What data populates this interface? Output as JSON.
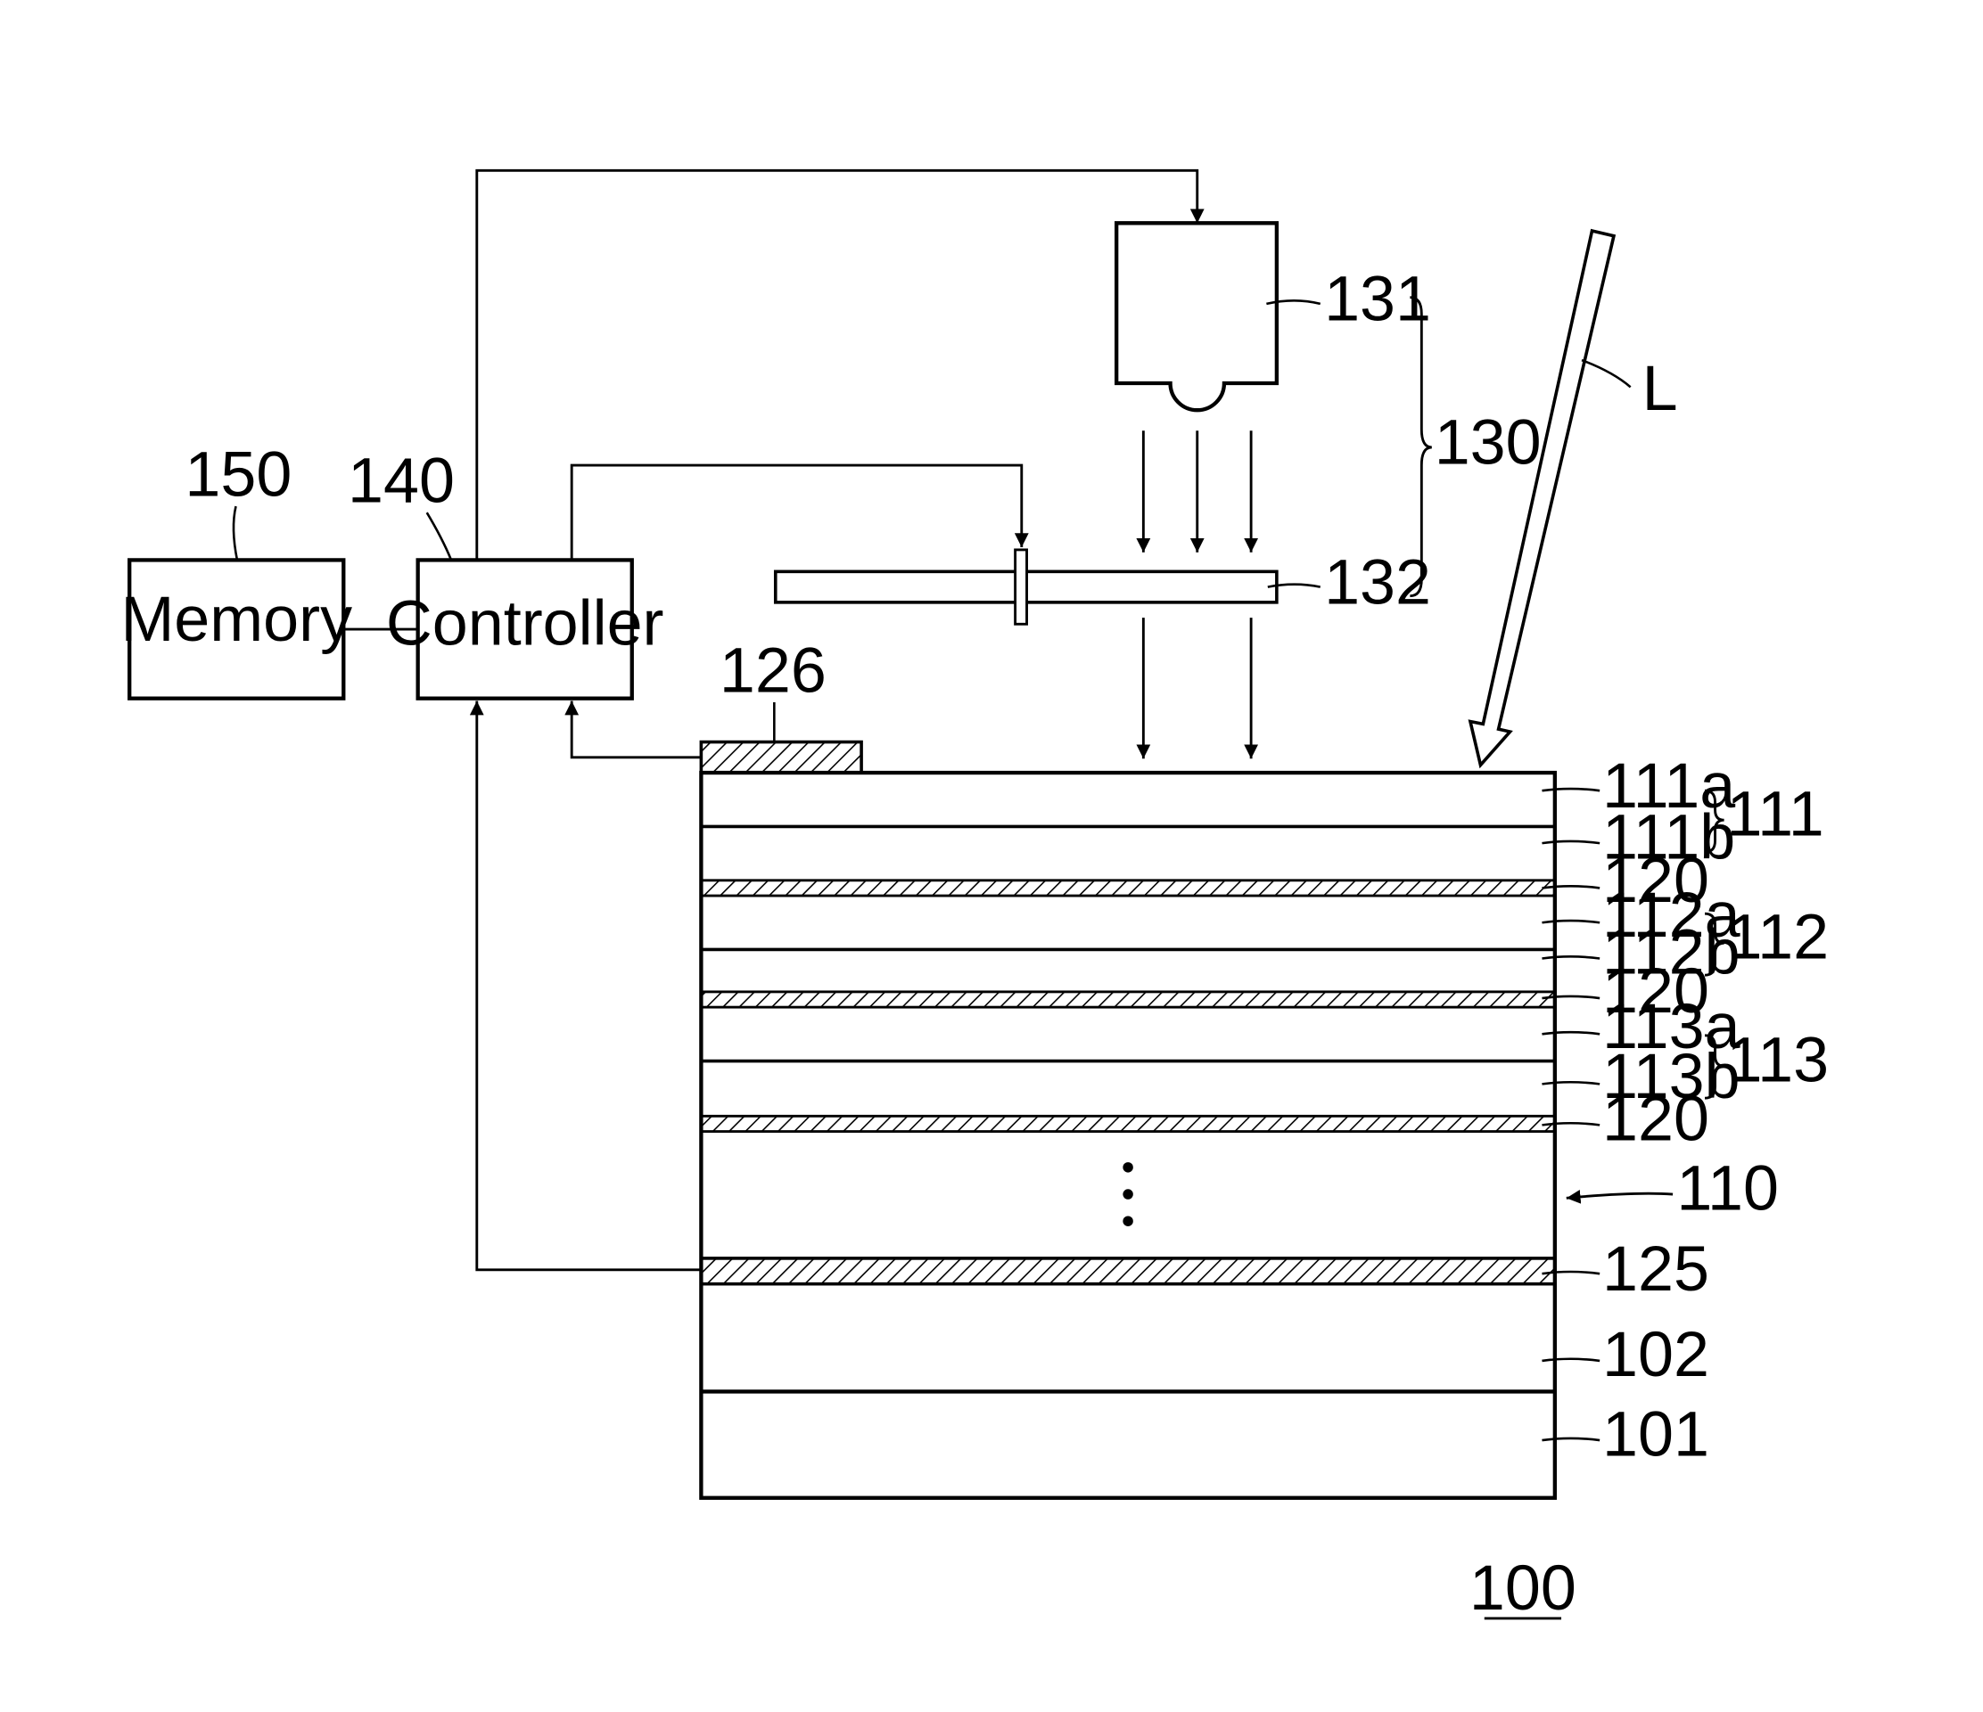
{
  "blocks": {
    "memory": "Memory",
    "controller": "Controller"
  },
  "refs": {
    "r150": "150",
    "r140": "140",
    "r126": "126",
    "r131": "131",
    "r130": "130",
    "r132": "132",
    "rL": "L",
    "r111a": "111a",
    "r111b": "111b",
    "r111": "111",
    "r120_1": "120",
    "r112a": "112a",
    "r112b": "112b",
    "r112": "112",
    "r120_2": "120",
    "r113a": "113a",
    "r113b": "113b",
    "r113": "113",
    "r120_3": "120",
    "r110": "110",
    "r125": "125",
    "r102": "102",
    "r101": "101",
    "r100": "100"
  }
}
